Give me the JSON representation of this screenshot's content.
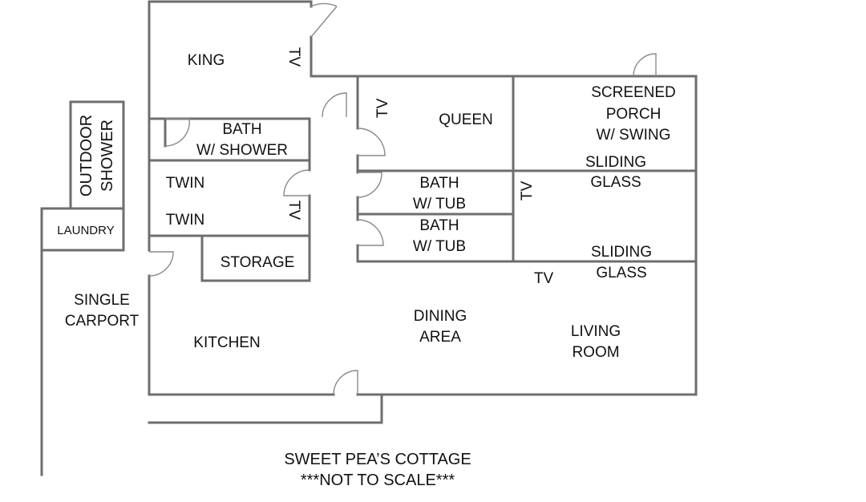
{
  "plan": {
    "rooms": {
      "king": "KING",
      "queen": "QUEEN",
      "screened_porch": [
        "SCREENED",
        "PORCH",
        "W/ SWING"
      ],
      "bath_shower": [
        "BATH",
        "W/ SHOWER"
      ],
      "twin_1": "TWIN",
      "twin_2": "TWIN",
      "bath_tub_1": [
        "BATH",
        "W/ TUB"
      ],
      "bath_tub_2": [
        "BATH",
        "W/ TUB"
      ],
      "storage": "STORAGE",
      "laundry": "LAUNDRY",
      "outdoor_shower": [
        "OUTDOOR",
        "SHOWER"
      ],
      "carport": [
        "SINGLE",
        "CARPORT"
      ],
      "kitchen": "KITCHEN",
      "dining": [
        "DINING",
        "AREA"
      ],
      "living": [
        "LIVING",
        "ROOM"
      ]
    },
    "labels": {
      "sliding_glass_1": [
        "SLIDING",
        "GLASS"
      ],
      "sliding_glass_2": [
        "SLIDING",
        "GLASS"
      ],
      "tv": "TV"
    },
    "caption": {
      "title": "SWEET PEA’S COTTAGE",
      "note": "***NOT TO SCALE***"
    }
  }
}
